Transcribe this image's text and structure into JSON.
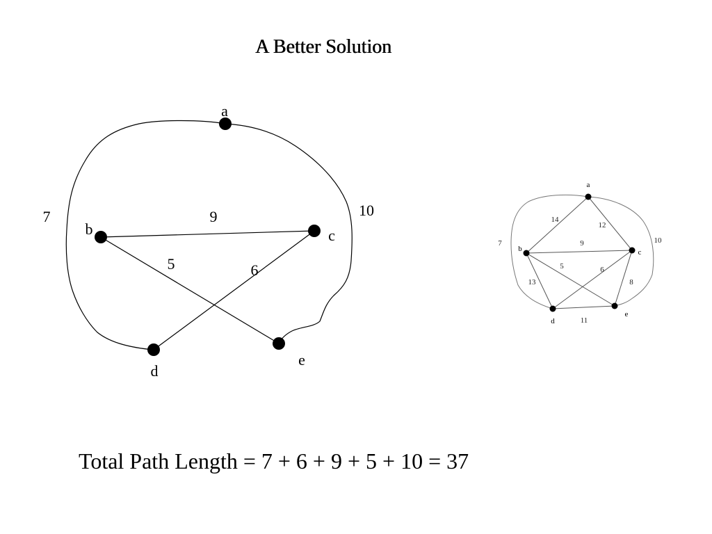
{
  "title": "A Better Solution",
  "main_graph": {
    "nodes": [
      {
        "id": "a",
        "label": "a"
      },
      {
        "id": "b",
        "label": "b"
      },
      {
        "id": "c",
        "label": "c"
      },
      {
        "id": "d",
        "label": "d"
      },
      {
        "id": "e",
        "label": "e"
      }
    ],
    "edges": [
      {
        "from": "b",
        "to": "c",
        "weight": "9"
      },
      {
        "from": "b",
        "to": "e",
        "weight": "5"
      },
      {
        "from": "c",
        "to": "d",
        "weight": "6"
      },
      {
        "from": "a",
        "to": "b",
        "weight": "7",
        "style": "curved"
      },
      {
        "from": "a",
        "to": "e",
        "weight": "10",
        "style": "curved"
      }
    ]
  },
  "small_graph": {
    "nodes": [
      {
        "id": "a",
        "label": "a"
      },
      {
        "id": "b",
        "label": "b"
      },
      {
        "id": "c",
        "label": "c"
      },
      {
        "id": "d",
        "label": "d"
      },
      {
        "id": "e",
        "label": "e"
      }
    ],
    "edges": [
      {
        "from": "a",
        "to": "b",
        "weight": "14"
      },
      {
        "from": "a",
        "to": "c",
        "weight": "12"
      },
      {
        "from": "b",
        "to": "c",
        "weight": "9"
      },
      {
        "from": "b",
        "to": "e",
        "weight": "5"
      },
      {
        "from": "c",
        "to": "d",
        "weight": "6"
      },
      {
        "from": "b",
        "to": "d",
        "weight": "13"
      },
      {
        "from": "c",
        "to": "e",
        "weight": "8"
      },
      {
        "from": "d",
        "to": "e",
        "weight": "11"
      },
      {
        "from": "a",
        "to": "b",
        "weight": "7",
        "style": "curved"
      },
      {
        "from": "a",
        "to": "e",
        "weight": "10",
        "style": "curved"
      }
    ]
  },
  "formula": "Total Path Length = 7 + 6 + 9 + 5 + 10 = 37"
}
